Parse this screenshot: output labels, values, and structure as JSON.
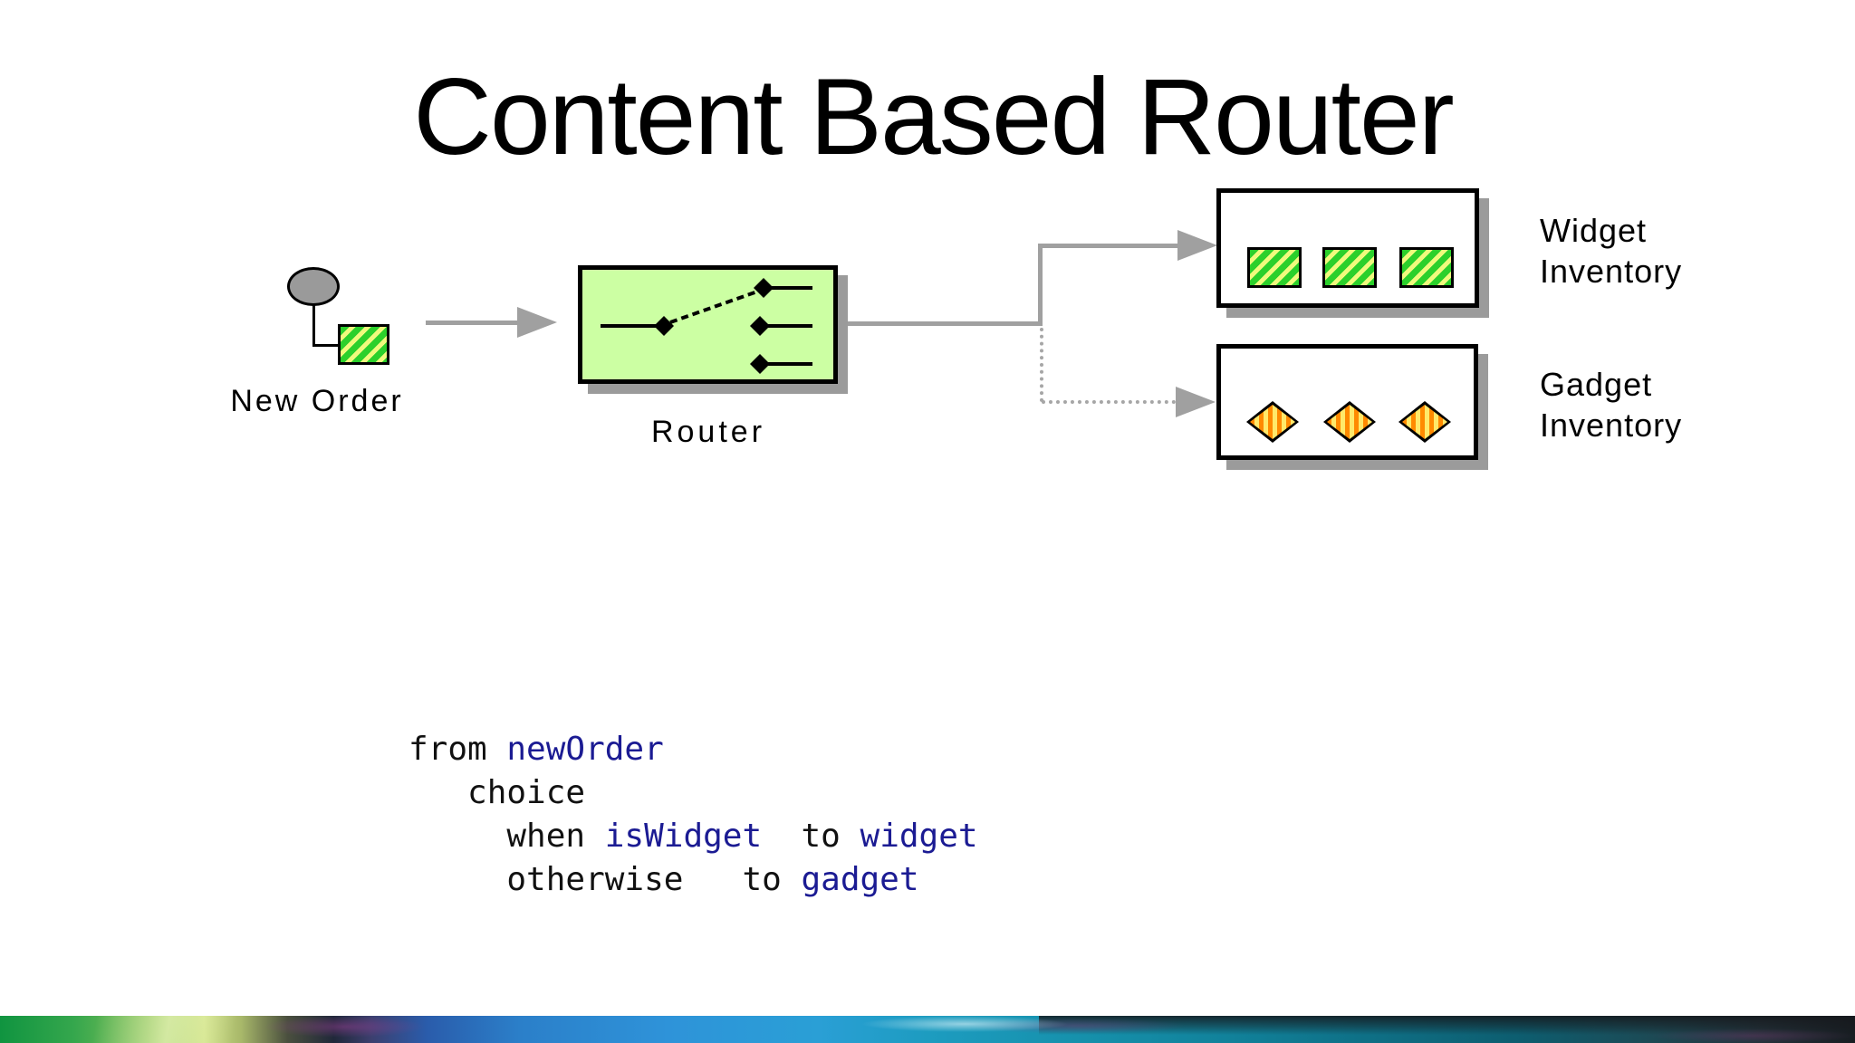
{
  "slide": {
    "title": "Content Based Router"
  },
  "diagram": {
    "new_order_label": "New Order",
    "router_label": "Router",
    "widget_label_line1": "Widget",
    "widget_label_line2": "Inventory",
    "gadget_label_line1": "Gadget",
    "gadget_label_line2": "Inventory"
  },
  "code": {
    "line1_kw": "from ",
    "line1_id": "newOrder",
    "line2_kw": "   choice",
    "line3_kw1": "     when ",
    "line3_id1": "isWidget",
    "line3_kw2": "  to ",
    "line3_id2": "widget",
    "line4_kw1": "     otherwise   to ",
    "line4_id1": "gadget"
  },
  "colors": {
    "code_identifier": "#1b1b93",
    "code_keyword": "#111111",
    "router_fill": "#ccffa3",
    "widget_green": "#2bd02b",
    "widget_yellow": "#f0fa7d",
    "gadget_orange": "#ff8a00",
    "gadget_yellow": "#ffe96a",
    "connector_gray": "#a0a0a0",
    "shadow_gray": "#9b9b9b",
    "ellipse_gray": "#9a9a9a"
  }
}
